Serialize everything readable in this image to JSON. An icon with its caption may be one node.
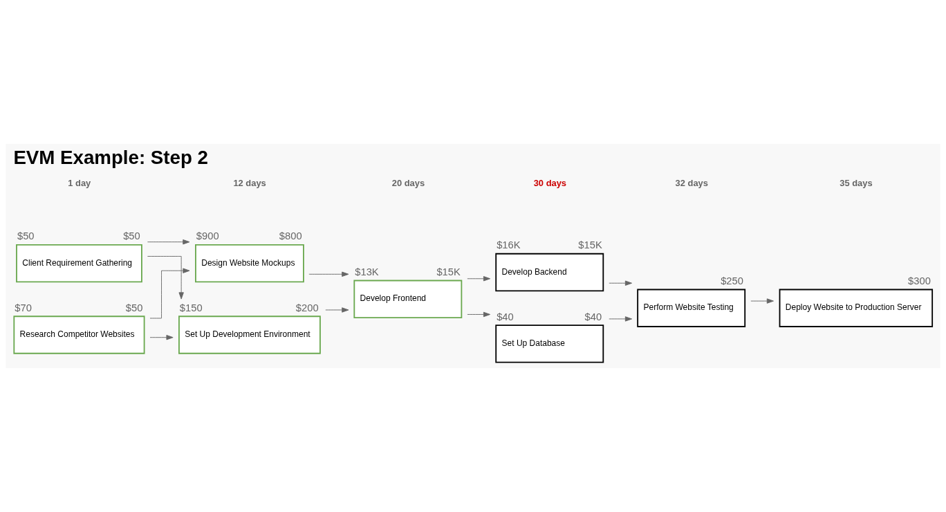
{
  "diagram": {
    "title": "EVM Example: Step 2",
    "nodes": [
      {
        "text": [
          "Client Requirement Gathering"
        ],
        "beside": [
          "$50",
          "$50"
        ]
      },
      {
        "text": [
          "Research Competitor Websites"
        ],
        "beside": [
          "$70",
          "$50"
        ]
      },
      {
        "text": [
          "Design Website Mockups"
        ],
        "beside": [
          "$900",
          "$800"
        ]
      },
      {
        "text": [
          "Set Up Development Environment"
        ],
        "beside": [
          "$150",
          "$200"
        ]
      },
      {
        "text": [
          "Develop Frontend"
        ],
        "beside": [
          "$13K",
          "$15K"
        ]
      },
      {
        "text": [
          "Develop Backend"
        ],
        "beside": [
          "$16K",
          "$15K"
        ]
      },
      {
        "text": [
          "Set Up Database"
        ],
        "beside": [
          "$40",
          "$40"
        ]
      },
      {
        "text": [
          "Perform Website Testing"
        ],
        "beside": [
          "$250"
        ]
      },
      {
        "text": [
          "Deploy Website to Production Server"
        ],
        "beside": [
          "$300"
        ]
      }
    ],
    "edges": [
      {
        "from": 0,
        "to": 2,
        "arrow": "to"
      },
      {
        "from": 0,
        "to": 3,
        "arrow": "to"
      },
      {
        "from": 1,
        "to": 2,
        "arrow": "to"
      },
      {
        "from": 1,
        "to": 3,
        "arrow": "to"
      },
      {
        "from": 2,
        "to": 4,
        "arrow": "to"
      },
      {
        "from": 3,
        "to": 4,
        "arrow": "to"
      },
      {
        "from": 4,
        "to": 5,
        "arrow": "to"
      },
      {
        "from": 4,
        "to": 6,
        "arrow": "to"
      },
      {
        "from": 5,
        "to": 7,
        "arrow": "to"
      },
      {
        "from": 6,
        "to": 7,
        "arrow": "to"
      },
      {
        "from": 7,
        "to": 8,
        "arrow": "to"
      }
    ],
    "labels": [
      "1 day",
      "12 days",
      "20 days",
      "30 days",
      "32 days",
      "35 days"
    ]
  }
}
